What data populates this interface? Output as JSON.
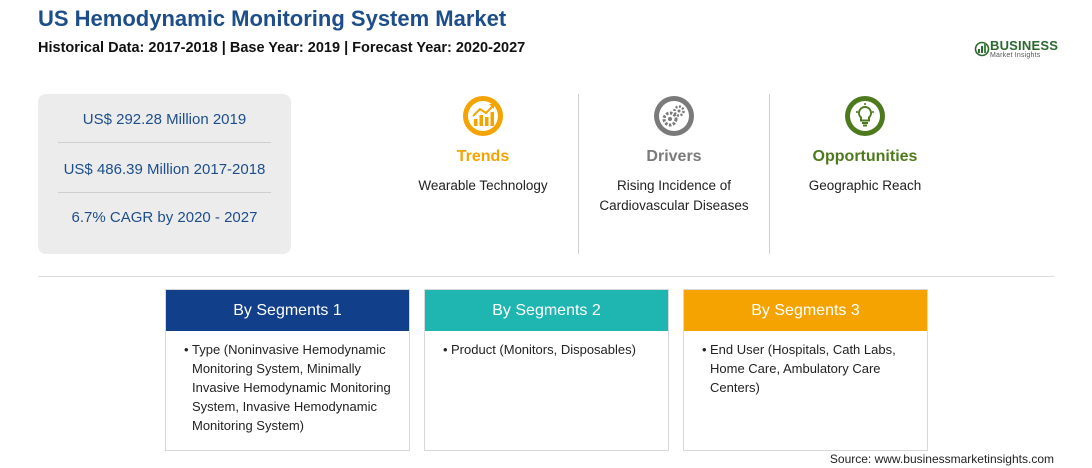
{
  "header": {
    "title": "US Hemodynamic Monitoring System Market",
    "subtitle": "Historical Data: 2017-2018 | Base Year: 2019 | Forecast Year: 2020-2027"
  },
  "logo": {
    "word": "BUSINESS",
    "sub": "Market Insights"
  },
  "stats": [
    "US$ 292.28 Million 2019",
    "US$ 486.39 Million 2017-2018",
    "6.7% CAGR by 2020 - 2027"
  ],
  "features": [
    {
      "heading": "Trends",
      "text": "Wearable Technology",
      "color": "#f5a300",
      "icon": "trend-chart-icon"
    },
    {
      "heading": "Drivers",
      "text": "Rising Incidence of Cardiovascular Diseases",
      "color": "#7a7a7a",
      "icon": "gears-icon"
    },
    {
      "heading": "Opportunities",
      "text": "Geographic Reach",
      "color": "#4e7a1e",
      "icon": "lightbulb-icon"
    }
  ],
  "segments": [
    {
      "heading": "By Segments 1",
      "color": "#123f8a",
      "bullet": "Type (Noninvasive Hemodynamic Monitoring System, Minimally Invasive Hemodynamic Monitoring System, Invasive Hemodynamic Monitoring System)"
    },
    {
      "heading": "By Segments 2",
      "color": "#1fb5b0",
      "bullet": "Product (Monitors, Disposables)"
    },
    {
      "heading": "By Segments 3",
      "color": "#f5a300",
      "bullet": "End User (Hospitals, Cath Labs, Home Care, Ambulatory Care Centers)"
    }
  ],
  "source": "Source: www.businessmarketinsights.com"
}
